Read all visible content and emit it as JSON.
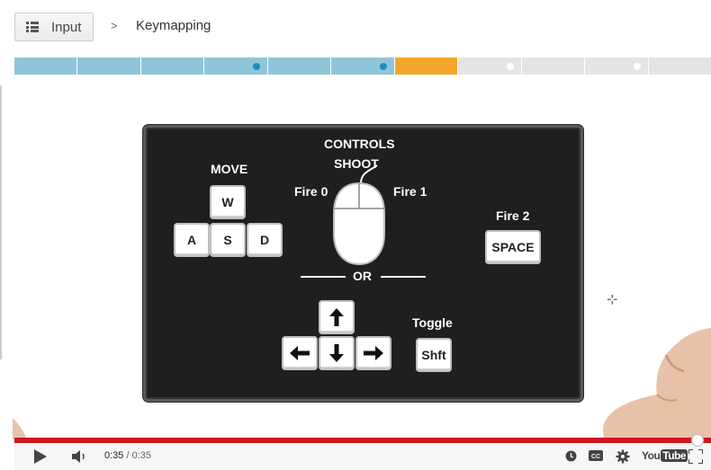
{
  "header": {
    "nav_button_label": "Input",
    "separator": ">",
    "title": "Keymapping"
  },
  "progress": {
    "segments": [
      {
        "state": "done",
        "dot": false
      },
      {
        "state": "done",
        "dot": false
      },
      {
        "state": "done",
        "dot": false
      },
      {
        "state": "done",
        "dot": true
      },
      {
        "state": "done",
        "dot": false
      },
      {
        "state": "done",
        "dot": true
      },
      {
        "state": "current",
        "dot": false
      },
      {
        "state": "todo",
        "dot": true
      },
      {
        "state": "todo",
        "dot": false
      },
      {
        "state": "todo",
        "dot": true
      },
      {
        "state": "todo",
        "dot": false
      }
    ],
    "colors": {
      "done": "#8ec5d9",
      "current": "#f3a52a",
      "todo": "#e4e4e4"
    }
  },
  "board": {
    "title": "CONTROLS",
    "move_label": "MOVE",
    "shoot_label": "SHOOT",
    "fire0_label": "Fire 0",
    "fire1_label": "Fire 1",
    "fire2_label": "Fire 2",
    "or_label": "OR",
    "toggle_label": "Toggle",
    "keys": {
      "w": "W",
      "a": "A",
      "s": "S",
      "d": "D",
      "space": "SPACE",
      "shift": "Shft"
    }
  },
  "player": {
    "current_time": "0:35",
    "separator": " / ",
    "duration": "0:35",
    "progress_fraction": 1.0,
    "logo_you": "You",
    "logo_tube": "Tube",
    "seek_color": "#cc181e"
  }
}
